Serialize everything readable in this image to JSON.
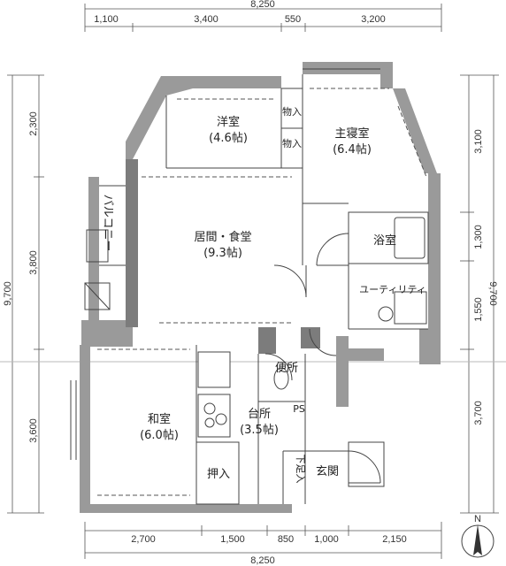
{
  "dimensions": {
    "top_total": "8,250",
    "top_segments": [
      "1,100",
      "3,400",
      "550",
      "3,200"
    ],
    "bottom_segments": [
      "2,700",
      "1,500",
      "850",
      "1,000",
      "2,150"
    ],
    "bottom_total": "8,250",
    "left_total": "9,700",
    "left_segments": [
      "2,300",
      "3,800",
      "3,600"
    ],
    "right_total": "9,700",
    "right_segments": [
      "3,100",
      "1,300",
      "1,550",
      "3,700"
    ]
  },
  "rooms": {
    "western_room": {
      "name": "洋室",
      "size": "(4.6帖)"
    },
    "master_bedroom": {
      "name": "主寝室",
      "size": "(6.4帖)"
    },
    "living_dining": {
      "name": "居間・食堂",
      "size": "(9.3帖)"
    },
    "bathroom": {
      "name": "浴室"
    },
    "utility": {
      "name": "ユーティリティ"
    },
    "japanese_room": {
      "name": "和室",
      "size": "(6.0帖)"
    },
    "kitchen": {
      "name": "台所",
      "size": "(3.5帖)"
    },
    "toilet": {
      "name": "便所"
    },
    "entrance": {
      "name": "玄関"
    },
    "balcony": {
      "name": "バルコニー"
    }
  },
  "storage": {
    "closet_1": "物入",
    "closet_2": "物入",
    "closet_3": "押入",
    "shoe_box": "下足入",
    "ps": "PS"
  },
  "compass": {
    "label": "N"
  }
}
